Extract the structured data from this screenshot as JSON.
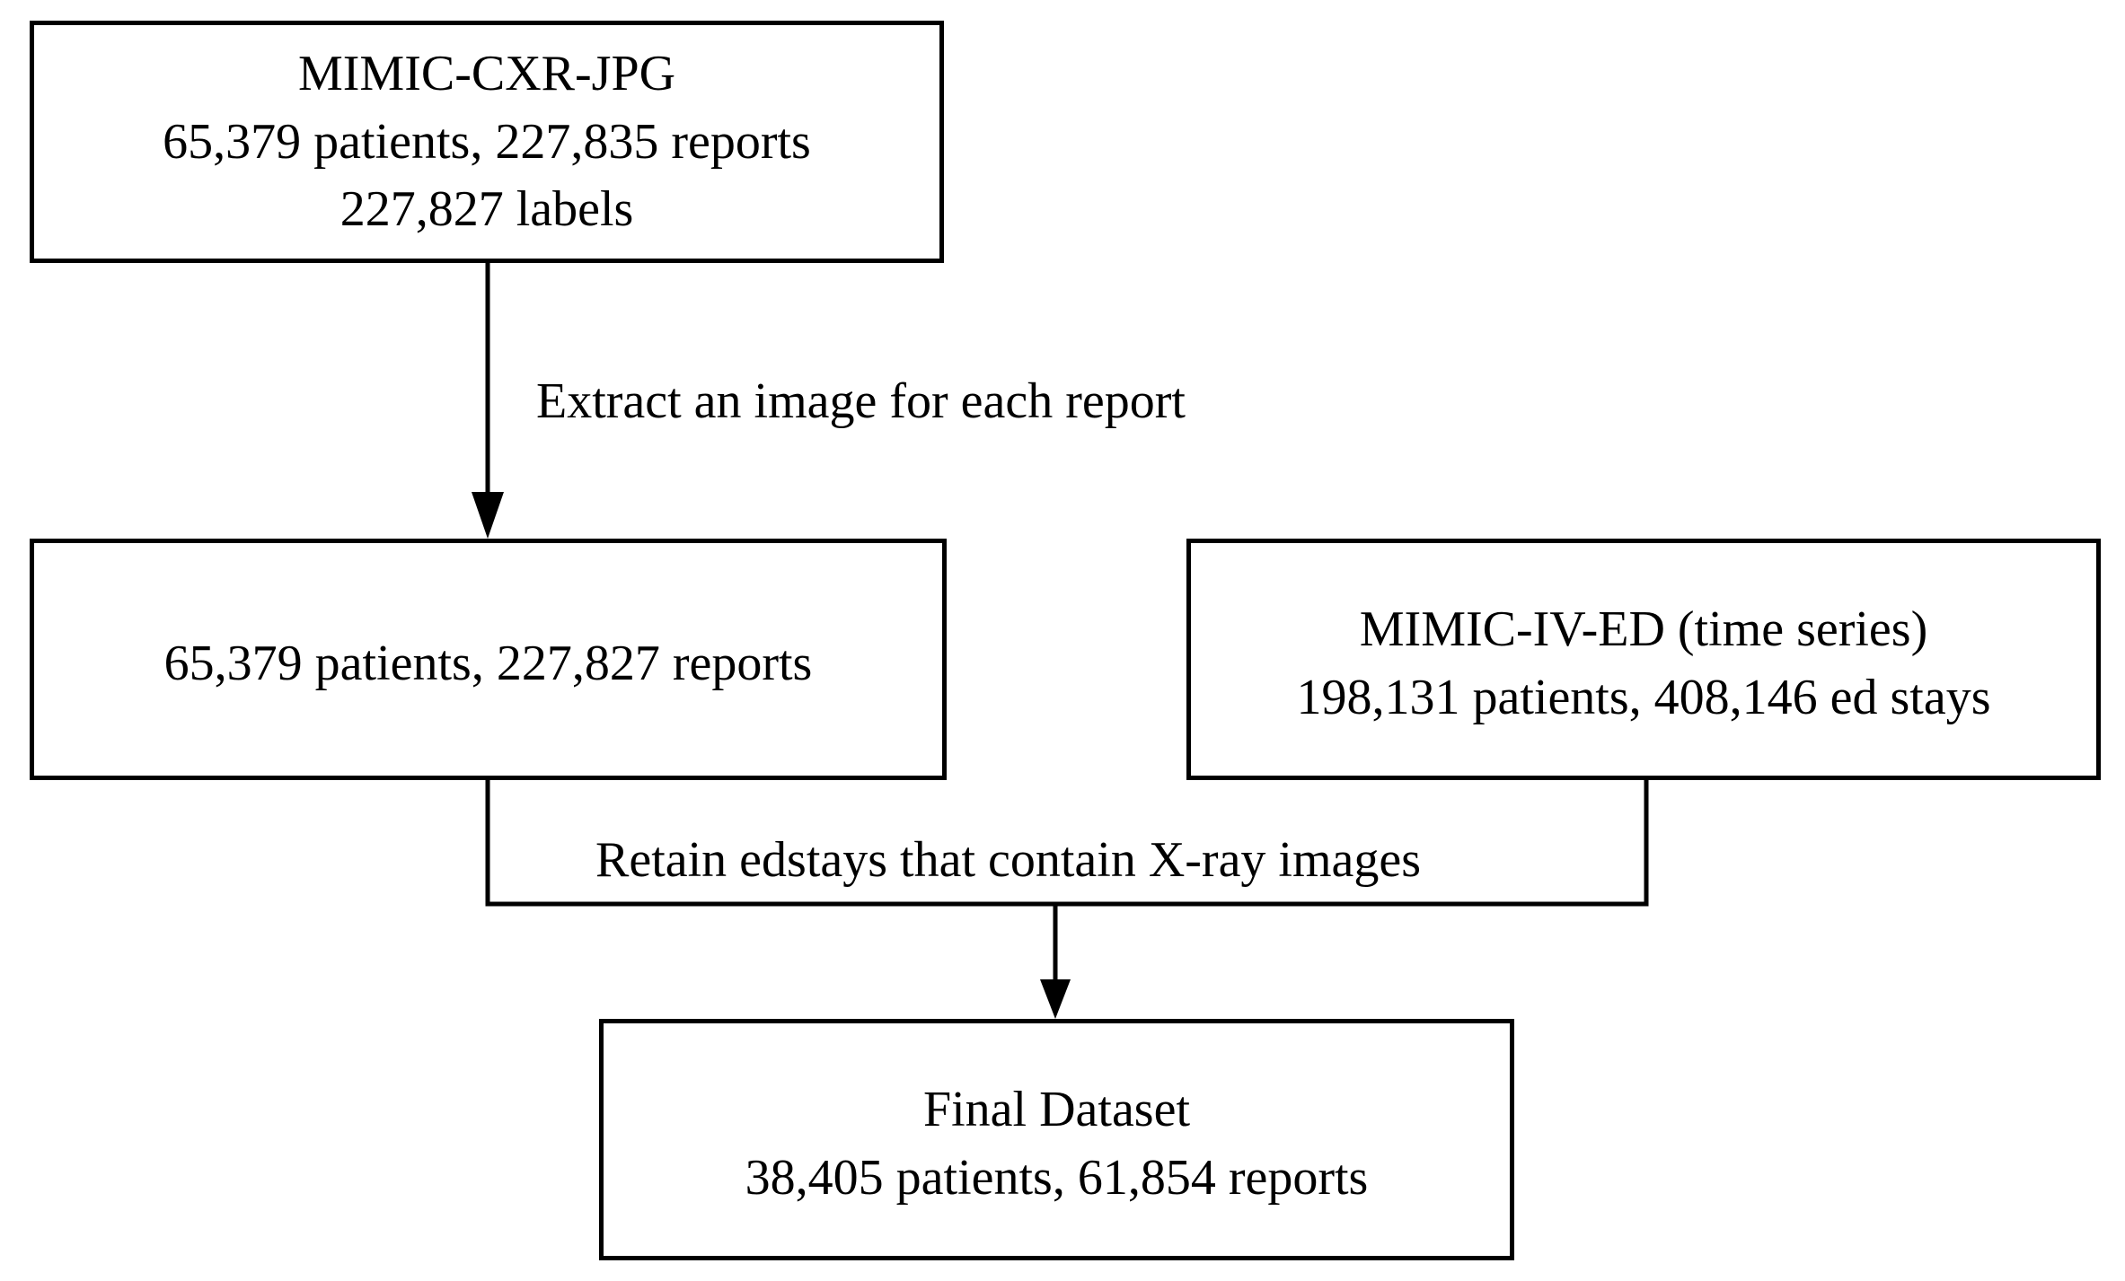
{
  "nodes": {
    "source_cxr": {
      "lines": [
        "MIMIC-CXR-JPG",
        "65,379 patients, 227,835 reports",
        "227,827 labels"
      ]
    },
    "extracted": {
      "lines": [
        "65,379 patients, 227,827 reports"
      ]
    },
    "source_ed": {
      "lines": [
        "MIMIC-IV-ED (time series)",
        "198,131 patients, 408,146 ed stays"
      ]
    },
    "final": {
      "lines": [
        "Final Dataset",
        "38,405 patients, 61,854 reports"
      ]
    }
  },
  "edges": {
    "extract": {
      "label": "Extract an image for each report"
    },
    "retain": {
      "label": "Retain edstays that contain X-ray images"
    }
  }
}
